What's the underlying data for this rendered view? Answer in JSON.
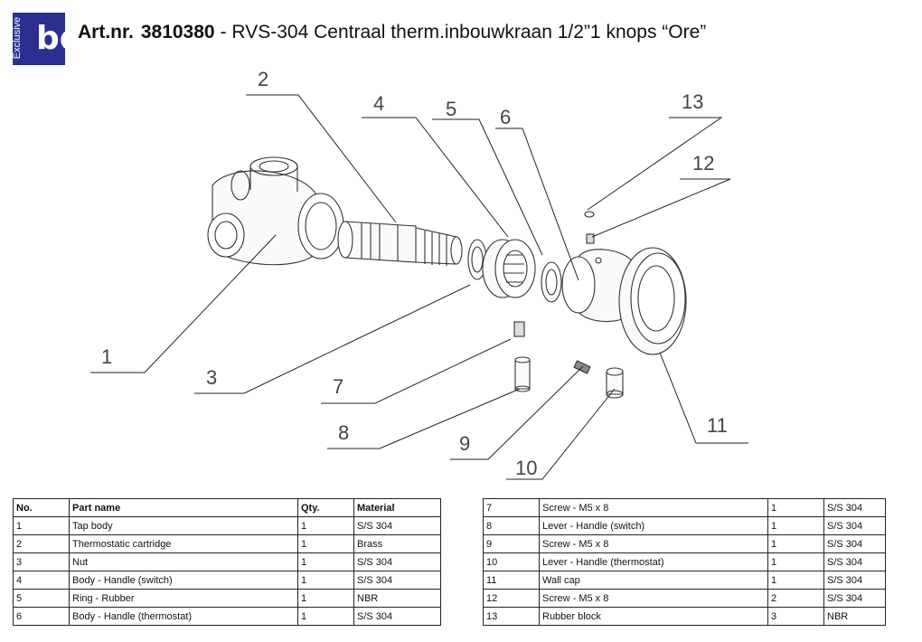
{
  "brand": {
    "logo_text": "Exclusive",
    "logo_mark": "bd"
  },
  "header": {
    "art_label": "Art.nr.",
    "art_number": "3810380",
    "description": "- RVS-304 Centraal therm.inbouwkraan 1/2”1 knops “Ore”"
  },
  "callouts": {
    "c1": "1",
    "c2": "2",
    "c3": "3",
    "c4": "4",
    "c5": "5",
    "c6": "6",
    "c7": "7",
    "c8": "8",
    "c9": "9",
    "c10": "10",
    "c11": "11",
    "c12": "12",
    "c13": "13"
  },
  "table_left": {
    "headers": [
      "No.",
      "Part name",
      "Qty.",
      "Material"
    ],
    "rows": [
      [
        "1",
        "Tap body",
        "1",
        "S/S 304"
      ],
      [
        "2",
        "Thermostatic cartridge",
        "1",
        "Brass"
      ],
      [
        "3",
        "Nut",
        "1",
        "S/S 304"
      ],
      [
        "4",
        "Body - Handle (switch)",
        "1",
        "S/S 304"
      ],
      [
        "5",
        "Ring - Rubber",
        "1",
        "NBR"
      ],
      [
        "6",
        "Body - Handle (thermostat)",
        "1",
        "S/S 304"
      ]
    ]
  },
  "table_right": {
    "rows": [
      [
        "7",
        "Screw - M5 x 8",
        "1",
        "S/S 304"
      ],
      [
        "8",
        "Lever - Handle (switch)",
        "1",
        "S/S 304"
      ],
      [
        "9",
        "Screw - M5 x 8",
        "1",
        "S/S 304"
      ],
      [
        "10",
        "Lever - Handle (thermostat)",
        "1",
        "S/S 304"
      ],
      [
        "11",
        "Wall cap",
        "1",
        "S/S 304"
      ],
      [
        "12",
        "Screw - M5 x 8",
        "2",
        "S/S 304"
      ],
      [
        "13",
        "Rubber block",
        "3",
        "NBR"
      ]
    ]
  }
}
